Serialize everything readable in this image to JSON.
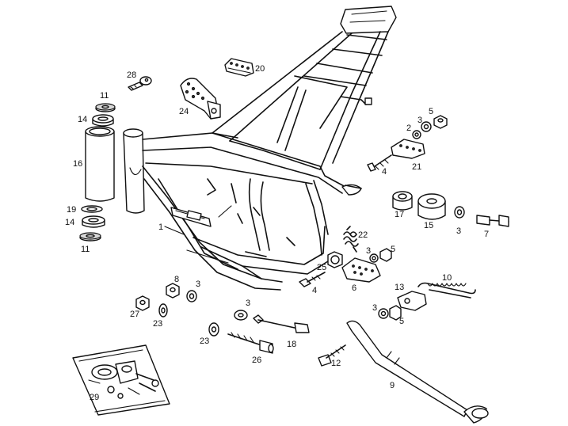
{
  "diagram": {
    "background": "#ffffff",
    "line_color": "#111111",
    "callouts": [
      {
        "id": "lbl-1",
        "text": "1"
      },
      {
        "id": "lbl-2",
        "text": "2"
      },
      {
        "id": "lbl-3a",
        "text": "3"
      },
      {
        "id": "lbl-3b",
        "text": "3"
      },
      {
        "id": "lbl-3c",
        "text": "3"
      },
      {
        "id": "lbl-3d",
        "text": "3"
      },
      {
        "id": "lbl-3e",
        "text": "3"
      },
      {
        "id": "lbl-3f",
        "text": "3"
      },
      {
        "id": "lbl-4a",
        "text": "4"
      },
      {
        "id": "lbl-4b",
        "text": "4"
      },
      {
        "id": "lbl-5a",
        "text": "5"
      },
      {
        "id": "lbl-5b",
        "text": "5"
      },
      {
        "id": "lbl-5c",
        "text": "5"
      },
      {
        "id": "lbl-6",
        "text": "6"
      },
      {
        "id": "lbl-7",
        "text": "7"
      },
      {
        "id": "lbl-8",
        "text": "8"
      },
      {
        "id": "lbl-9",
        "text": "9"
      },
      {
        "id": "lbl-10",
        "text": "10"
      },
      {
        "id": "lbl-11a",
        "text": "11"
      },
      {
        "id": "lbl-11b",
        "text": "11"
      },
      {
        "id": "lbl-12",
        "text": "12"
      },
      {
        "id": "lbl-13",
        "text": "13"
      },
      {
        "id": "lbl-14a",
        "text": "14"
      },
      {
        "id": "lbl-14b",
        "text": "14"
      },
      {
        "id": "lbl-15",
        "text": "15"
      },
      {
        "id": "lbl-16",
        "text": "16"
      },
      {
        "id": "lbl-17",
        "text": "17"
      },
      {
        "id": "lbl-18",
        "text": "18"
      },
      {
        "id": "lbl-19",
        "text": "19"
      },
      {
        "id": "lbl-20",
        "text": "20"
      },
      {
        "id": "lbl-21",
        "text": "21"
      },
      {
        "id": "lbl-22",
        "text": "22"
      },
      {
        "id": "lbl-23a",
        "text": "23"
      },
      {
        "id": "lbl-23b",
        "text": "23"
      },
      {
        "id": "lbl-24",
        "text": "24"
      },
      {
        "id": "lbl-25",
        "text": "25"
      },
      {
        "id": "lbl-26",
        "text": "26"
      },
      {
        "id": "lbl-27",
        "text": "27"
      },
      {
        "id": "lbl-28",
        "text": "28"
      },
      {
        "id": "lbl-29",
        "text": "29"
      }
    ]
  }
}
